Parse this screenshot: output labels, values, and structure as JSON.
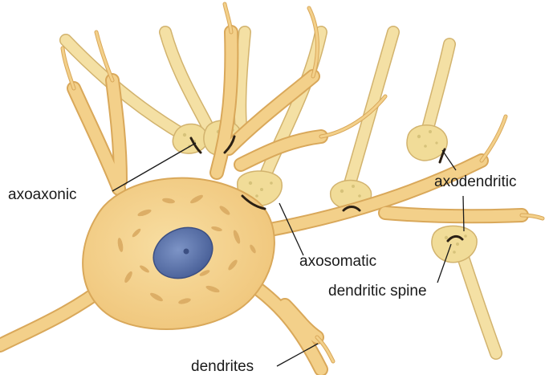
{
  "labels": {
    "axoaxonic": "axoaxonic",
    "axosomatic": "axosomatic",
    "axodendritic": "axodendritic",
    "dendritic_spine": "dendritic spine",
    "dendrites": "dendrites"
  },
  "colors": {
    "background": "#ffffff",
    "neuron_fill": "#f3d08a",
    "neuron_outline": "#d9a85a",
    "axon_fill": "#f4e0a4",
    "axon_outline": "#d2b36e",
    "terminal_speckle": "#d6c27a",
    "nucleus": "#5f78ad",
    "nucleus_dark": "#3c4f82",
    "organelle": "#dcae66",
    "synapse": "#2b2014",
    "label_text": "#1a1a1a"
  }
}
